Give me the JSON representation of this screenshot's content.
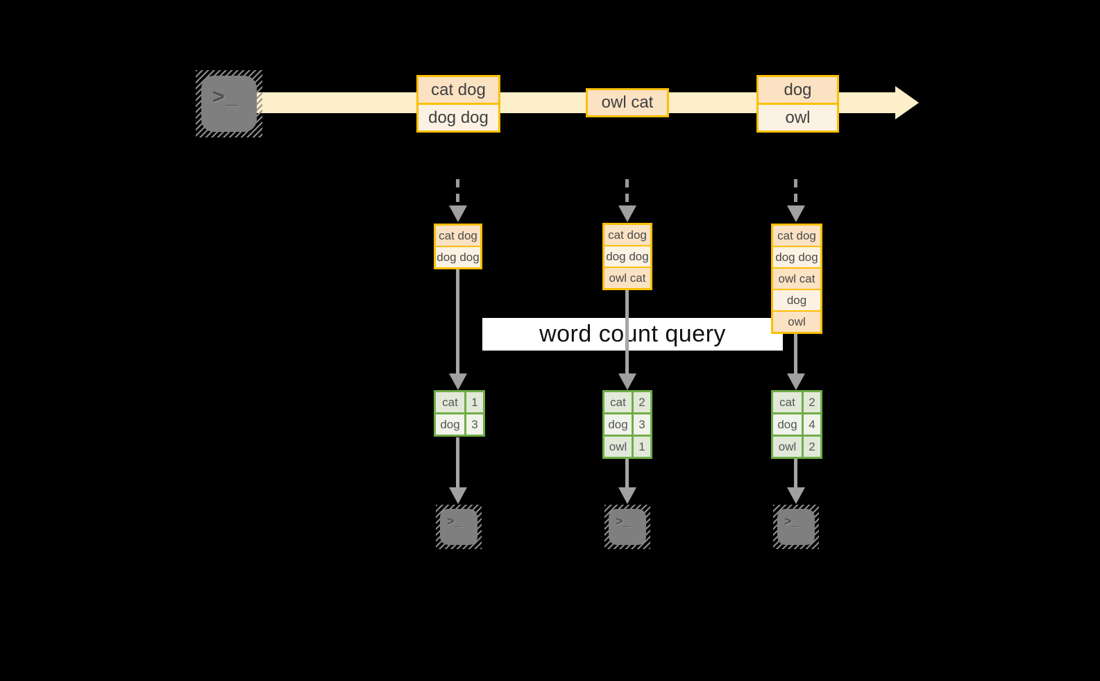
{
  "query_label": "word count query",
  "terminal_glyph": ">_",
  "stream": {
    "messages": [
      {
        "lines": [
          "cat dog",
          "dog dog"
        ]
      },
      {
        "lines": [
          "owl cat"
        ]
      },
      {
        "lines": [
          "dog",
          "owl"
        ]
      }
    ]
  },
  "columns": [
    {
      "buffer": [
        "cat dog",
        "dog dog"
      ],
      "counts": [
        {
          "word": "cat",
          "count": "1"
        },
        {
          "word": "dog",
          "count": "3"
        }
      ]
    },
    {
      "buffer": [
        "cat dog",
        "dog dog",
        "owl cat"
      ],
      "counts": [
        {
          "word": "cat",
          "count": "2"
        },
        {
          "word": "dog",
          "count": "3"
        },
        {
          "word": "owl",
          "count": "1"
        }
      ]
    },
    {
      "buffer": [
        "cat dog",
        "dog dog",
        "owl cat",
        "dog",
        "owl"
      ],
      "counts": [
        {
          "word": "cat",
          "count": "2"
        },
        {
          "word": "dog",
          "count": "4"
        },
        {
          "word": "owl",
          "count": "2"
        }
      ]
    }
  ],
  "colors": {
    "background": "#000000",
    "stream_band": "#fcefca",
    "box_border": "#fcbf00",
    "box_fill_dark": "#fae2c3",
    "box_fill_light": "#fcf2e3",
    "table_border": "#70ad47",
    "table_fill_dark": "#e2e9d9",
    "table_fill_light": "#f0f4ea",
    "arrow_gray": "#a0a0a0",
    "terminal_gray": "#7f7f7f",
    "query_box_bg": "#ffffff"
  }
}
